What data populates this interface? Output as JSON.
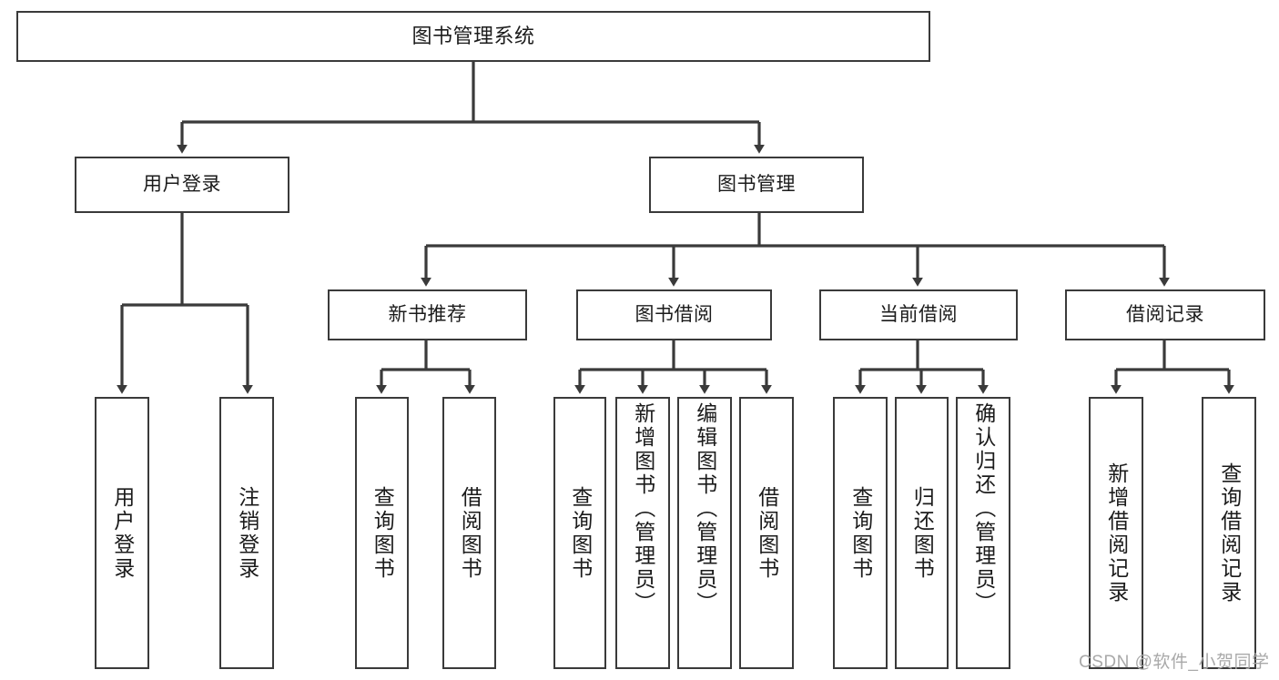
{
  "diagram": {
    "type": "tree",
    "title": "图书管理系统",
    "colors": {
      "background": "#ffffff",
      "node_border": "#3a3a3a",
      "node_fill": "#ffffff",
      "edge": "#3a3a3a",
      "text": "#1b1b1b",
      "watermark": "#a9a9a9"
    },
    "watermark": "CSDN @软件_小贺同学",
    "levels": {
      "root": {
        "label": "图书管理系统"
      },
      "level1": [
        {
          "label": "用户登录"
        },
        {
          "label": "图书管理"
        }
      ],
      "level2": [
        {
          "label": "新书推荐"
        },
        {
          "label": "图书借阅"
        },
        {
          "label": "当前借阅"
        },
        {
          "label": "借阅记录"
        }
      ],
      "leaves": [
        {
          "label": "用户登录",
          "parent": "用户登录"
        },
        {
          "label": "注销登录",
          "parent": "用户登录"
        },
        {
          "label": "查询图书",
          "parent": "新书推荐"
        },
        {
          "label": "借阅图书",
          "parent": "新书推荐"
        },
        {
          "label": "查询图书",
          "parent": "图书借阅"
        },
        {
          "label": "新增图书（管理员）",
          "parent": "图书借阅"
        },
        {
          "label": "编辑图书（管理员）",
          "parent": "图书借阅"
        },
        {
          "label": "借阅图书",
          "parent": "图书借阅"
        },
        {
          "label": "查询图书",
          "parent": "当前借阅"
        },
        {
          "label": "归还图书",
          "parent": "当前借阅"
        },
        {
          "label": "确认归还（管理员）",
          "parent": "当前借阅"
        },
        {
          "label": "新增借阅记录",
          "parent": "借阅记录"
        },
        {
          "label": "查询借阅记录",
          "parent": "借阅记录"
        }
      ]
    }
  }
}
